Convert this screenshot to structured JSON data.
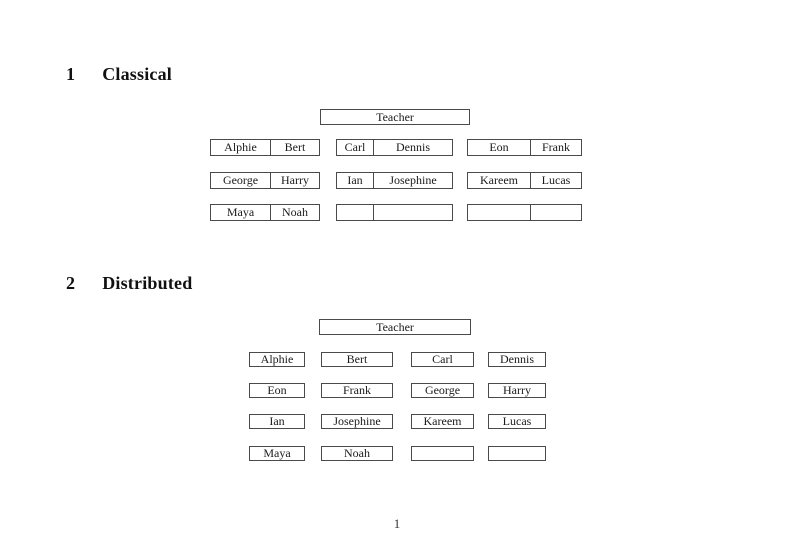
{
  "page": {
    "number": "1"
  },
  "sections": {
    "classical": {
      "number": "1",
      "title": "Classical",
      "teacher_label": "Teacher",
      "desks": [
        {
          "left": "Alphie",
          "right": "Bert"
        },
        {
          "left": "Carl",
          "right": "Dennis"
        },
        {
          "left": "Eon",
          "right": "Frank"
        },
        {
          "left": "George",
          "right": "Harry"
        },
        {
          "left": "Ian",
          "right": "Josephine"
        },
        {
          "left": "Kareem",
          "right": "Lucas"
        },
        {
          "left": "Maya",
          "right": "Noah"
        },
        {
          "left": "",
          "right": ""
        },
        {
          "left": "",
          "right": ""
        }
      ]
    },
    "distributed": {
      "number": "2",
      "title": "Distributed",
      "teacher_label": "Teacher",
      "seats": [
        "Alphie",
        "Bert",
        "Carl",
        "Dennis",
        "Eon",
        "Frank",
        "George",
        "Harry",
        "Ian",
        "Josephine",
        "Kareem",
        "Lucas",
        "Maya",
        "Noah",
        "",
        ""
      ]
    }
  },
  "colors": {
    "border": "#4a4a4a",
    "text": "#1a1a1a"
  }
}
